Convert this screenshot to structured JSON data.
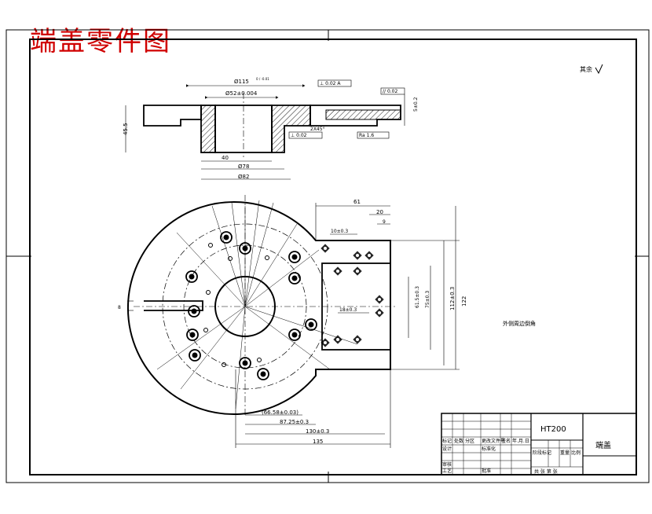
{
  "title": "端盖零件图",
  "roughness_note": "其余",
  "side_dims": {
    "top_dia": "Ø115",
    "top_tol": "0 / -0.01",
    "bore": "Ø52±0.004",
    "left_h": "45.5",
    "w40": "40",
    "d78": "Ø78",
    "d82": "Ø82",
    "tol_box1": "⊥ 0.02 A",
    "tol_box2": "// 0.02",
    "tol_box3": "⊥ 0.02",
    "chamfer": "2X45°",
    "ra": "Ra 1.6",
    "dim_z": "5±0.2"
  },
  "plan_dims": {
    "d61": "61",
    "d20": "20",
    "d9": "9",
    "d10": "10±0.3",
    "d66": "(66.58±0.03)",
    "d87": "87.25±0.3",
    "d130": "130±0.3",
    "d135": "135",
    "d112": "112±0.3",
    "d122": "122",
    "d75": "75±0.3",
    "d61v": "61.5±0.3",
    "d18": "18±0.3",
    "d8": "8",
    "note": "外侧周边倒角"
  },
  "titleblock": {
    "material": "HT200",
    "part_name": "端盖",
    "h_mark": "标记",
    "h_count": "处数",
    "h_zone": "分区",
    "h_docno": "更改文件号",
    "h_sign": "签名",
    "h_date": "年.月.日",
    "h_design": "设计",
    "h_std": "标准化",
    "h_check": "审核",
    "h_process": "工艺",
    "h_approve": "批准",
    "h_stage": "阶段标记",
    "h_weight": "重量",
    "h_scale": "比例",
    "h_sheets": "共 张 第 张"
  }
}
